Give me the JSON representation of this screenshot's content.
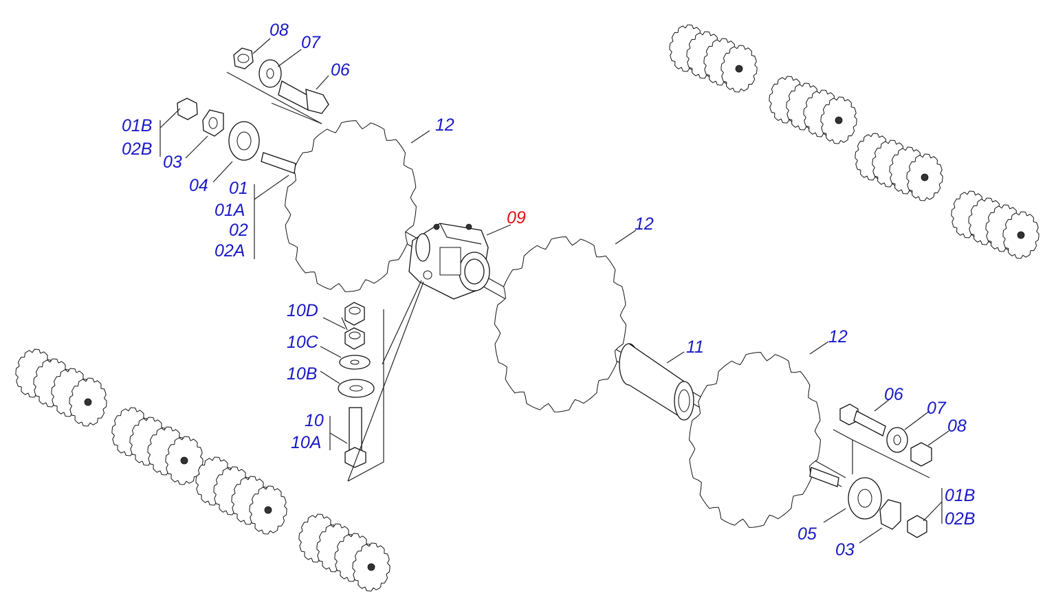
{
  "labels": {
    "top_08": "08",
    "top_07": "07",
    "top_06": "06",
    "left_01B": "01B",
    "left_02B": "02B",
    "left_03": "03",
    "left_04": "04",
    "left_01": "01",
    "left_01A": "01A",
    "left_02": "02",
    "left_02A": "02A",
    "disc_12_a": "12",
    "disc_12_b": "12",
    "disc_12_c": "12",
    "bearing_09": "09",
    "bolt_10D": "10D",
    "bolt_10C": "10C",
    "bolt_10B": "10B",
    "bolt_10": "10",
    "bolt_10A": "10A",
    "spacer_11": "11",
    "right_06": "06",
    "right_07": "07",
    "right_08": "08",
    "right_01B": "01B",
    "right_02B": "02B",
    "right_05": "05",
    "right_03": "03"
  },
  "colors": {
    "label_blue": "#1818c8",
    "label_red": "#e01010",
    "line": "#222222"
  }
}
